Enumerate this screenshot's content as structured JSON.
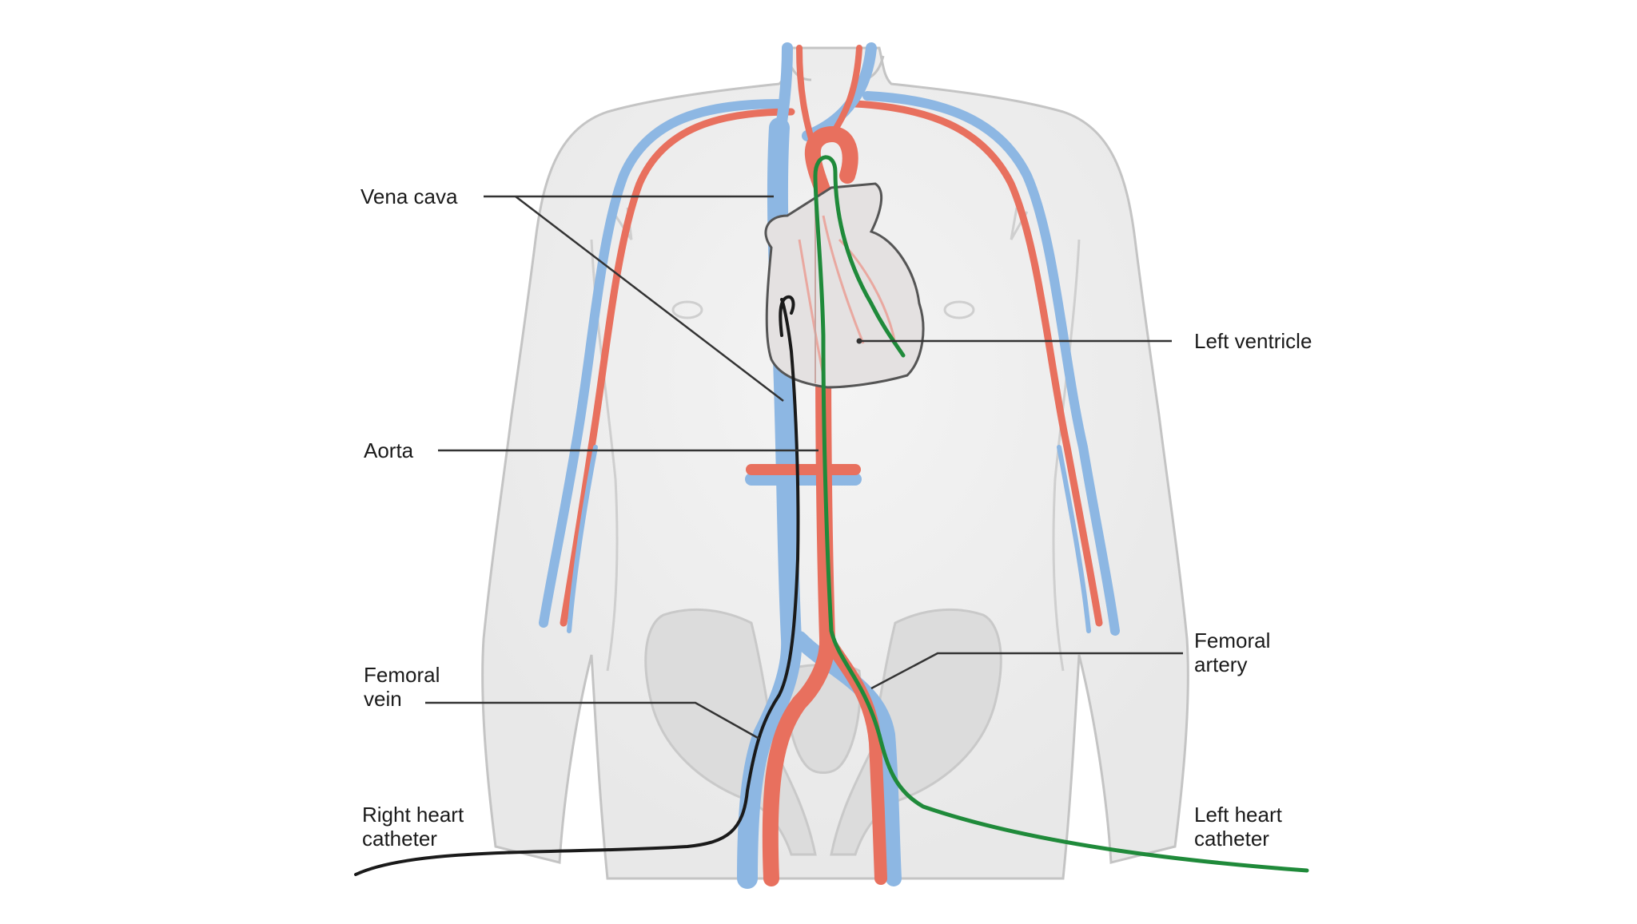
{
  "labels": {
    "vena_cava": "Vena cava",
    "aorta": "Aorta",
    "left_ventricle": "Left ventricle",
    "femoral_vein": [
      "Femoral",
      "vein"
    ],
    "femoral_artery": [
      "Femoral",
      "artery"
    ],
    "right_heart_catheter": [
      "Right heart",
      "catheter"
    ],
    "left_heart_catheter": [
      "Left heart",
      "catheter"
    ]
  },
  "colors": {
    "body_fill": "#efefef",
    "body_outline": "#c4c4c4",
    "vein": "#8db7e3",
    "vein_dark": "#6fa3d8",
    "artery": "#e8705e",
    "heart_fill": "#e4e1e1",
    "green_catheter": "#1f8a3a",
    "black_catheter": "#1a1a1a",
    "leader_line": "#333333"
  }
}
